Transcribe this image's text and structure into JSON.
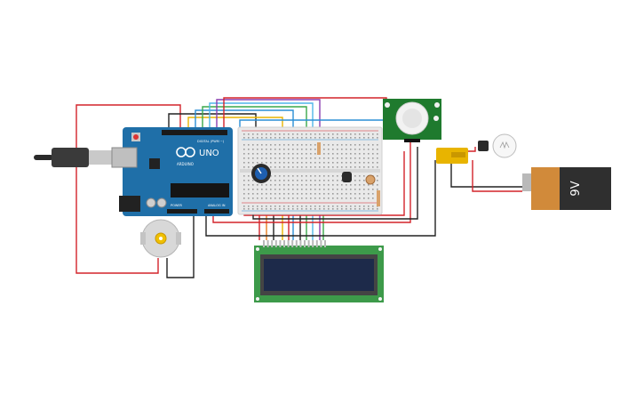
{
  "board": {
    "logo_text": "UNO",
    "brand_text": "ARDUINO",
    "digital_label": "DIGITAL (PWM ~)",
    "power_label": "POWER",
    "analog_label": "ANALOG IN"
  },
  "battery": {
    "label": "9V"
  },
  "colors": {
    "board": "#1f6fa8",
    "breadboard": "#e9e9e9",
    "lcd_pcb": "#3d9a4a",
    "lcd_screen": "#1d2a4a",
    "pir_pcb": "#1f7a2e",
    "battery_top": "#d18a3a",
    "battery_body": "#2f2f2f",
    "wire_red": "#d3232a",
    "wire_black": "#222222",
    "wire_yellow": "#e8b400",
    "wire_blue": "#2b8fd6",
    "wire_green": "#3aa84a",
    "wire_purple": "#8a3fb0",
    "wire_orange": "#e87d1e"
  },
  "components": [
    "usb-cable",
    "arduino-uno",
    "breadboard",
    "potentiometer",
    "temperature-sensor",
    "photoresistor",
    "pir-motion-sensor",
    "relay",
    "light-bulb",
    "battery-9v",
    "dc-motor",
    "lcd-16x2"
  ]
}
